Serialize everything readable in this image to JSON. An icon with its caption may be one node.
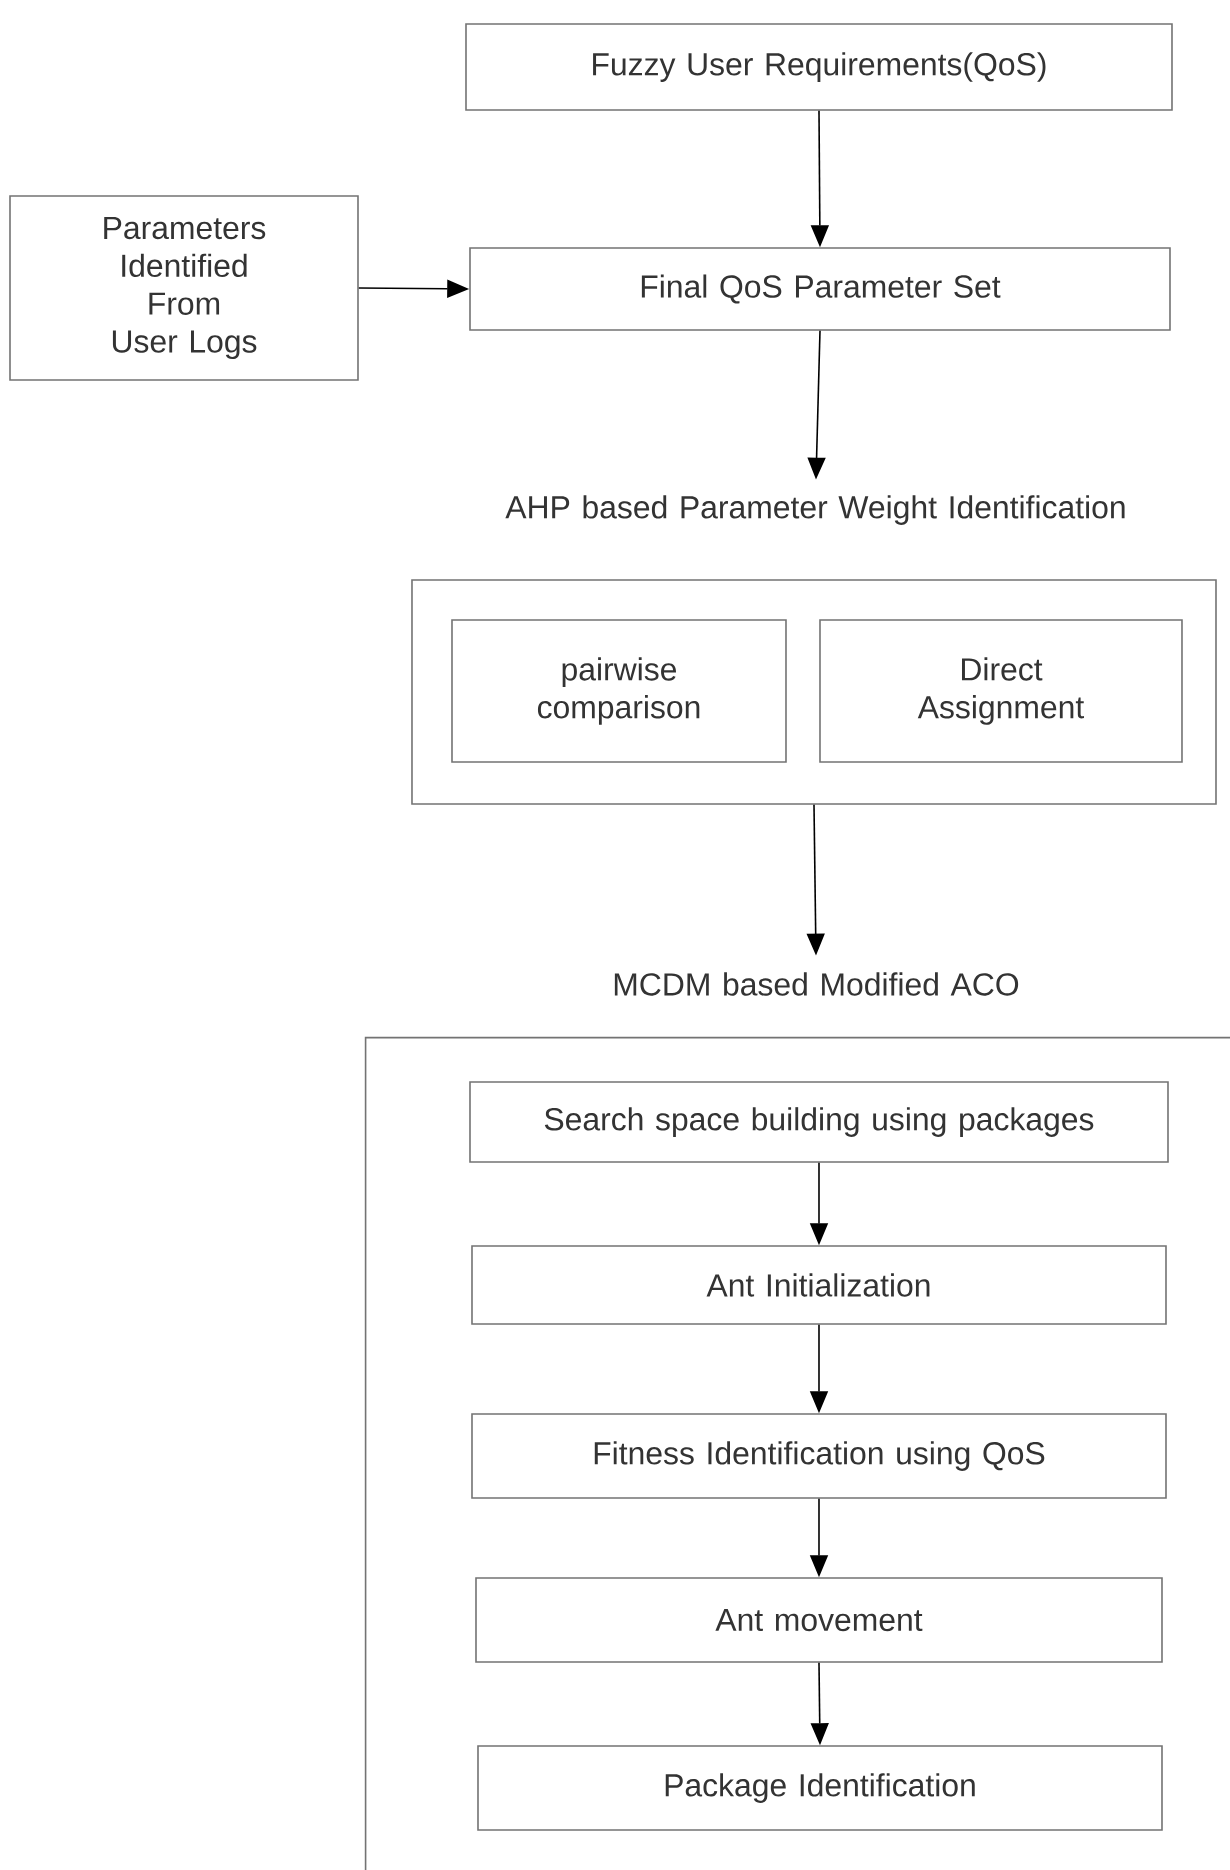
{
  "diagram": {
    "nodes": [
      {
        "text": [
          "Fuzzy User Requirements(QoS)"
        ]
      },
      {
        "text": [
          "Parameters Identified From User Logs"
        ]
      },
      {
        "text": [
          "Final QoS Parameter Set"
        ]
      },
      {
        "text": [
          "AHP based Parameter Weight Identification"
        ]
      },
      {
        "text": [],
        "shape": "box"
      },
      {
        "text": [
          "pairwise comparison"
        ],
        "in": 4
      },
      {
        "text": [
          "Direct Assignment"
        ],
        "in": 4
      },
      {
        "text": [
          "MCDM based Modified ACO"
        ]
      },
      {
        "text": [],
        "shape": "box"
      },
      {
        "text": [
          "Search space building using packages"
        ],
        "in": 8
      },
      {
        "text": [
          "Ant Initialization"
        ],
        "in": 8
      },
      {
        "text": [
          "Fitness Identification using QoS"
        ],
        "in": 8
      },
      {
        "text": [
          "Ant movement"
        ],
        "in": 8
      },
      {
        "text": [
          "Package Identification"
        ],
        "in": 8
      }
    ],
    "edges": [
      {
        "from": 0,
        "to": 2,
        "arrow": "to"
      },
      {
        "from": 1,
        "to": 2,
        "arrow": "to"
      },
      {
        "from": 2,
        "to": 3,
        "arrow": "to"
      },
      {
        "from": 4,
        "to": 7,
        "arrow": "to"
      },
      {
        "from": 9,
        "to": 10,
        "arrow": "to"
      },
      {
        "from": 10,
        "to": 11,
        "arrow": "to"
      },
      {
        "from": 11,
        "to": 12,
        "arrow": "to"
      },
      {
        "from": 12,
        "to": 13,
        "arrow": "to"
      }
    ]
  }
}
